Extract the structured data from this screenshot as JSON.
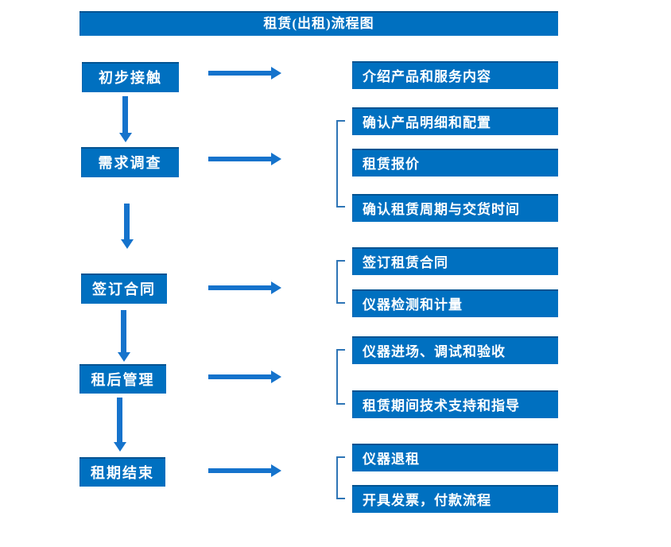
{
  "title": "租赁(出租)流程图",
  "colors": {
    "box_blue": "#0070C0",
    "arrow_blue": "#1573CC",
    "bracket_blue": "#2E75B6",
    "text_white": "#FFFFFF"
  },
  "left_steps": [
    {
      "label": "初步接触"
    },
    {
      "label": "需求调查"
    },
    {
      "label": "签订合同"
    },
    {
      "label": "租后管理"
    },
    {
      "label": "租期结束"
    }
  ],
  "right_groups": [
    {
      "items": [
        "介绍产品和服务内容"
      ]
    },
    {
      "items": [
        "确认产品明细和配置",
        "租赁报价",
        "确认租赁周期与交货时间"
      ]
    },
    {
      "items": [
        "签订租赁合同",
        "仪器检测和计量"
      ]
    },
    {
      "items": [
        "仪器进场、调试和验收",
        "租赁期间技术支持和指导"
      ]
    },
    {
      "items": [
        "仪器退租",
        "开具发票，付款流程"
      ]
    }
  ]
}
